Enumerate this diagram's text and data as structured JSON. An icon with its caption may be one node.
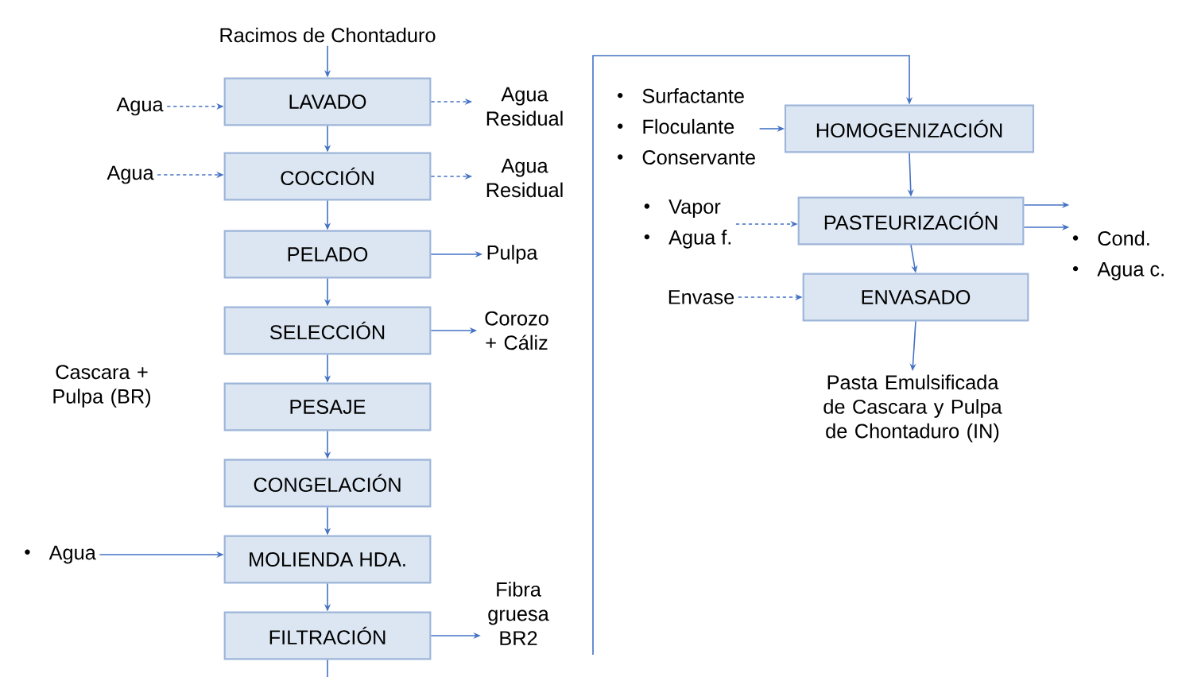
{
  "diagram": {
    "nodes": [
      {
        "text": [
          "Racimos de Chontaduro"
        ]
      },
      {
        "text": [
          "LAVADO"
        ]
      },
      {
        "text": [
          "COCCIÓN"
        ]
      },
      {
        "text": [
          "PELADO"
        ]
      },
      {
        "text": [
          "SELECCIÓN"
        ]
      },
      {
        "text": [
          "PESAJE"
        ]
      },
      {
        "text": [
          "CONGELACIÓN"
        ]
      },
      {
        "text": [
          "MOLIENDA HDA."
        ]
      },
      {
        "text": [
          "FILTRACIÓN"
        ]
      },
      {
        "text": [
          "Agua"
        ]
      },
      {
        "text": [
          "Agua Residual"
        ]
      },
      {
        "text": [
          "Agua"
        ]
      },
      {
        "text": [
          "Agua Residual"
        ]
      },
      {
        "text": [
          "Pulpa"
        ]
      },
      {
        "text": [
          "Corozo + Cáliz"
        ]
      },
      {
        "text": [
          "Agua"
        ]
      },
      {
        "text": [
          "Fibra gruesa BR2"
        ]
      },
      {
        "text": [
          "HOMOGENIZACIÓN"
        ]
      },
      {
        "text": [
          "Surfactante",
          "Floculante",
          "Conservante"
        ]
      },
      {
        "text": [
          "PASTEURIZACIÓN"
        ]
      },
      {
        "text": [
          "Vapor",
          "Agua f."
        ]
      },
      {
        "text": [
          "Cond.",
          "Agua c."
        ]
      },
      {
        "text": [
          "Envase"
        ]
      },
      {
        "text": [
          "ENVASADO"
        ]
      },
      {
        "text": [
          "Pasta Emulsificada de Cascara y Pulpa de Chontaduro (IN)"
        ]
      }
    ],
    "edges": [
      {
        "from": 0,
        "to": 1,
        "arrow": "to"
      },
      {
        "from": 1,
        "to": 2,
        "arrow": "to"
      },
      {
        "from": 2,
        "to": 3,
        "arrow": "to"
      },
      {
        "from": 3,
        "to": 4,
        "arrow": "to"
      },
      {
        "from": 4,
        "to": 5,
        "arrow": "to"
      },
      {
        "from": 5,
        "to": 6,
        "arrow": "to"
      },
      {
        "from": 6,
        "to": 7,
        "arrow": "to"
      },
      {
        "from": 7,
        "to": 8,
        "arrow": "to"
      },
      {
        "from": 9,
        "to": 1,
        "arrow": "to",
        "style": "dashed"
      },
      {
        "from": 1,
        "to": 10,
        "arrow": "to",
        "style": "dashed"
      },
      {
        "from": 11,
        "to": 2,
        "arrow": "to",
        "style": "dashed"
      },
      {
        "from": 2,
        "to": 12,
        "arrow": "to",
        "style": "dashed"
      },
      {
        "from": 3,
        "to": 13,
        "arrow": "to"
      },
      {
        "from": 4,
        "to": 14,
        "arrow": "to"
      },
      {
        "from": 15,
        "to": 7,
        "arrow": "to"
      },
      {
        "from": 8,
        "to": 16,
        "arrow": "to"
      },
      {
        "from": 8,
        "to": null,
        "arrow": "none"
      },
      {
        "from": null,
        "to": 17,
        "arrow": "to"
      },
      {
        "from": 18,
        "to": 17,
        "arrow": "to"
      },
      {
        "from": 17,
        "to": 19,
        "arrow": "to"
      },
      {
        "from": 20,
        "to": 19,
        "arrow": "to",
        "style": "dashed"
      },
      {
        "from": 19,
        "to": 21,
        "arrow": "to"
      },
      {
        "from": 19,
        "to": 21,
        "arrow": "to"
      },
      {
        "from": 22,
        "to": 23,
        "arrow": "to",
        "style": "dashed"
      },
      {
        "from": 19,
        "to": 23,
        "arrow": "to"
      },
      {
        "from": 23,
        "to": 24,
        "arrow": "to"
      }
    ],
    "labels": [
      "Cascara + Pulpa (BR)"
    ]
  }
}
